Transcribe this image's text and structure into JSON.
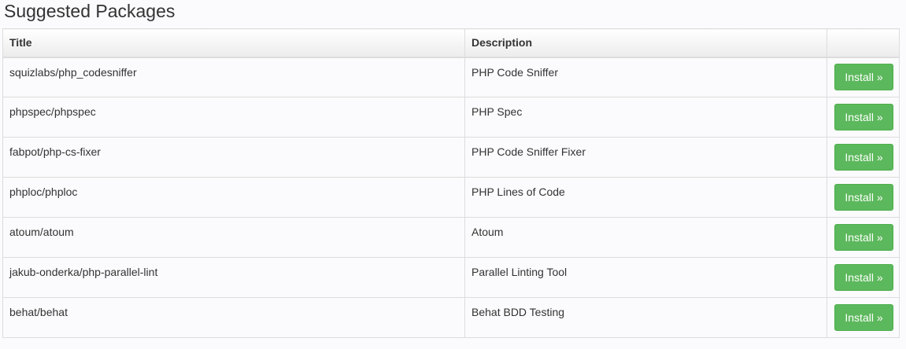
{
  "page": {
    "title": "Suggested Packages"
  },
  "table": {
    "headers": {
      "title": "Title",
      "description": "Description",
      "action": ""
    },
    "rows": [
      {
        "title": "squizlabs/php_codesniffer",
        "description": "PHP Code Sniffer",
        "action_label": "Install »"
      },
      {
        "title": "phpspec/phpspec",
        "description": "PHP Spec",
        "action_label": "Install »"
      },
      {
        "title": "fabpot/php-cs-fixer",
        "description": "PHP Code Sniffer Fixer",
        "action_label": "Install »"
      },
      {
        "title": "phploc/phploc",
        "description": "PHP Lines of Code",
        "action_label": "Install »"
      },
      {
        "title": "atoum/atoum",
        "description": "Atoum",
        "action_label": "Install »"
      },
      {
        "title": "jakub-onderka/php-parallel-lint",
        "description": "Parallel Linting Tool",
        "action_label": "Install »"
      },
      {
        "title": "behat/behat",
        "description": "Behat BDD Testing",
        "action_label": "Install »"
      }
    ]
  },
  "colors": {
    "background": "#fbfafc",
    "border": "#dddddd",
    "install_button": "#5cb85c",
    "install_button_border": "#4cae4c",
    "text": "#333333"
  }
}
